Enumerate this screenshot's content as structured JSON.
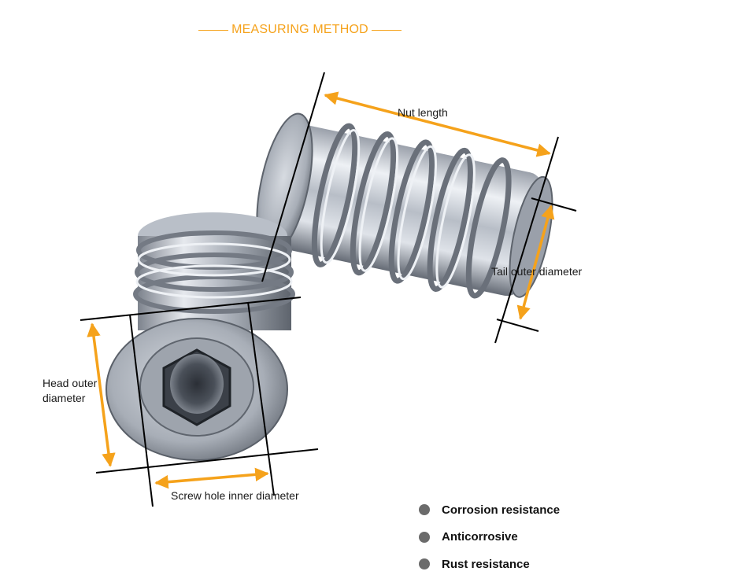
{
  "title": "MEASURING METHOD",
  "labels": {
    "nut_length": "Nut length",
    "tail_outer_diameter": "Tail outer diameter",
    "head_outer_diameter_line1": "Head outer",
    "head_outer_diameter_line2": "diameter",
    "screw_hole_inner_diameter": "Screw hole inner diameter"
  },
  "features": [
    {
      "label": "Corrosion resistance"
    },
    {
      "label": "Anticorrosive"
    },
    {
      "label": "Rust resistance"
    }
  ],
  "colors": {
    "accent": "#f5a21b",
    "guide_line": "#000000",
    "bullet": "#6b6b6b",
    "metal_light": "#e4e7ec",
    "metal_dark": "#6a707a"
  }
}
